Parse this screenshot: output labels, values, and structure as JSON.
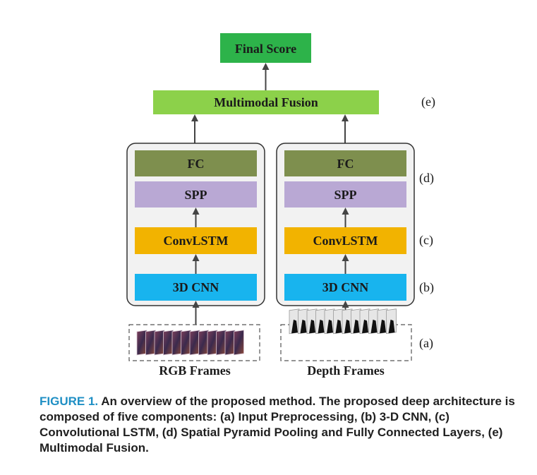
{
  "diagram": {
    "final_score": "Final Score",
    "fusion": "Multimodal Fusion",
    "left_branch": {
      "fc": "FC",
      "spp": "SPP",
      "convlstm": "ConvLSTM",
      "cnn": "3D CNN",
      "input": "RGB Frames"
    },
    "right_branch": {
      "fc": "FC",
      "spp": "SPP",
      "convlstm": "ConvLSTM",
      "cnn": "3D CNN",
      "input": "Depth Frames"
    },
    "component_labels": {
      "e": "(e)",
      "d": "(d)",
      "c": "(c)",
      "b": "(b)",
      "a": "(a)"
    },
    "colors": {
      "final_score": "#2db34a",
      "fusion": "#8cd14a",
      "fc": "#7e8f4e",
      "spp": "#b9a8d4",
      "convlstm": "#f2b300",
      "cnn": "#18b4ee",
      "panel_bg": "#f2f2f2",
      "arrow": "#444444",
      "caption_label": "#1f8fc4"
    }
  },
  "caption": {
    "label": "FIGURE 1.",
    "text": "An overview of the proposed method. The proposed deep architecture is composed of five components: (a) Input Preprocessing, (b) 3-D CNN, (c) Convolutional LSTM, (d) Spatial Pyramid Pooling and Fully Connected Layers, (e) Multimodal Fusion."
  }
}
